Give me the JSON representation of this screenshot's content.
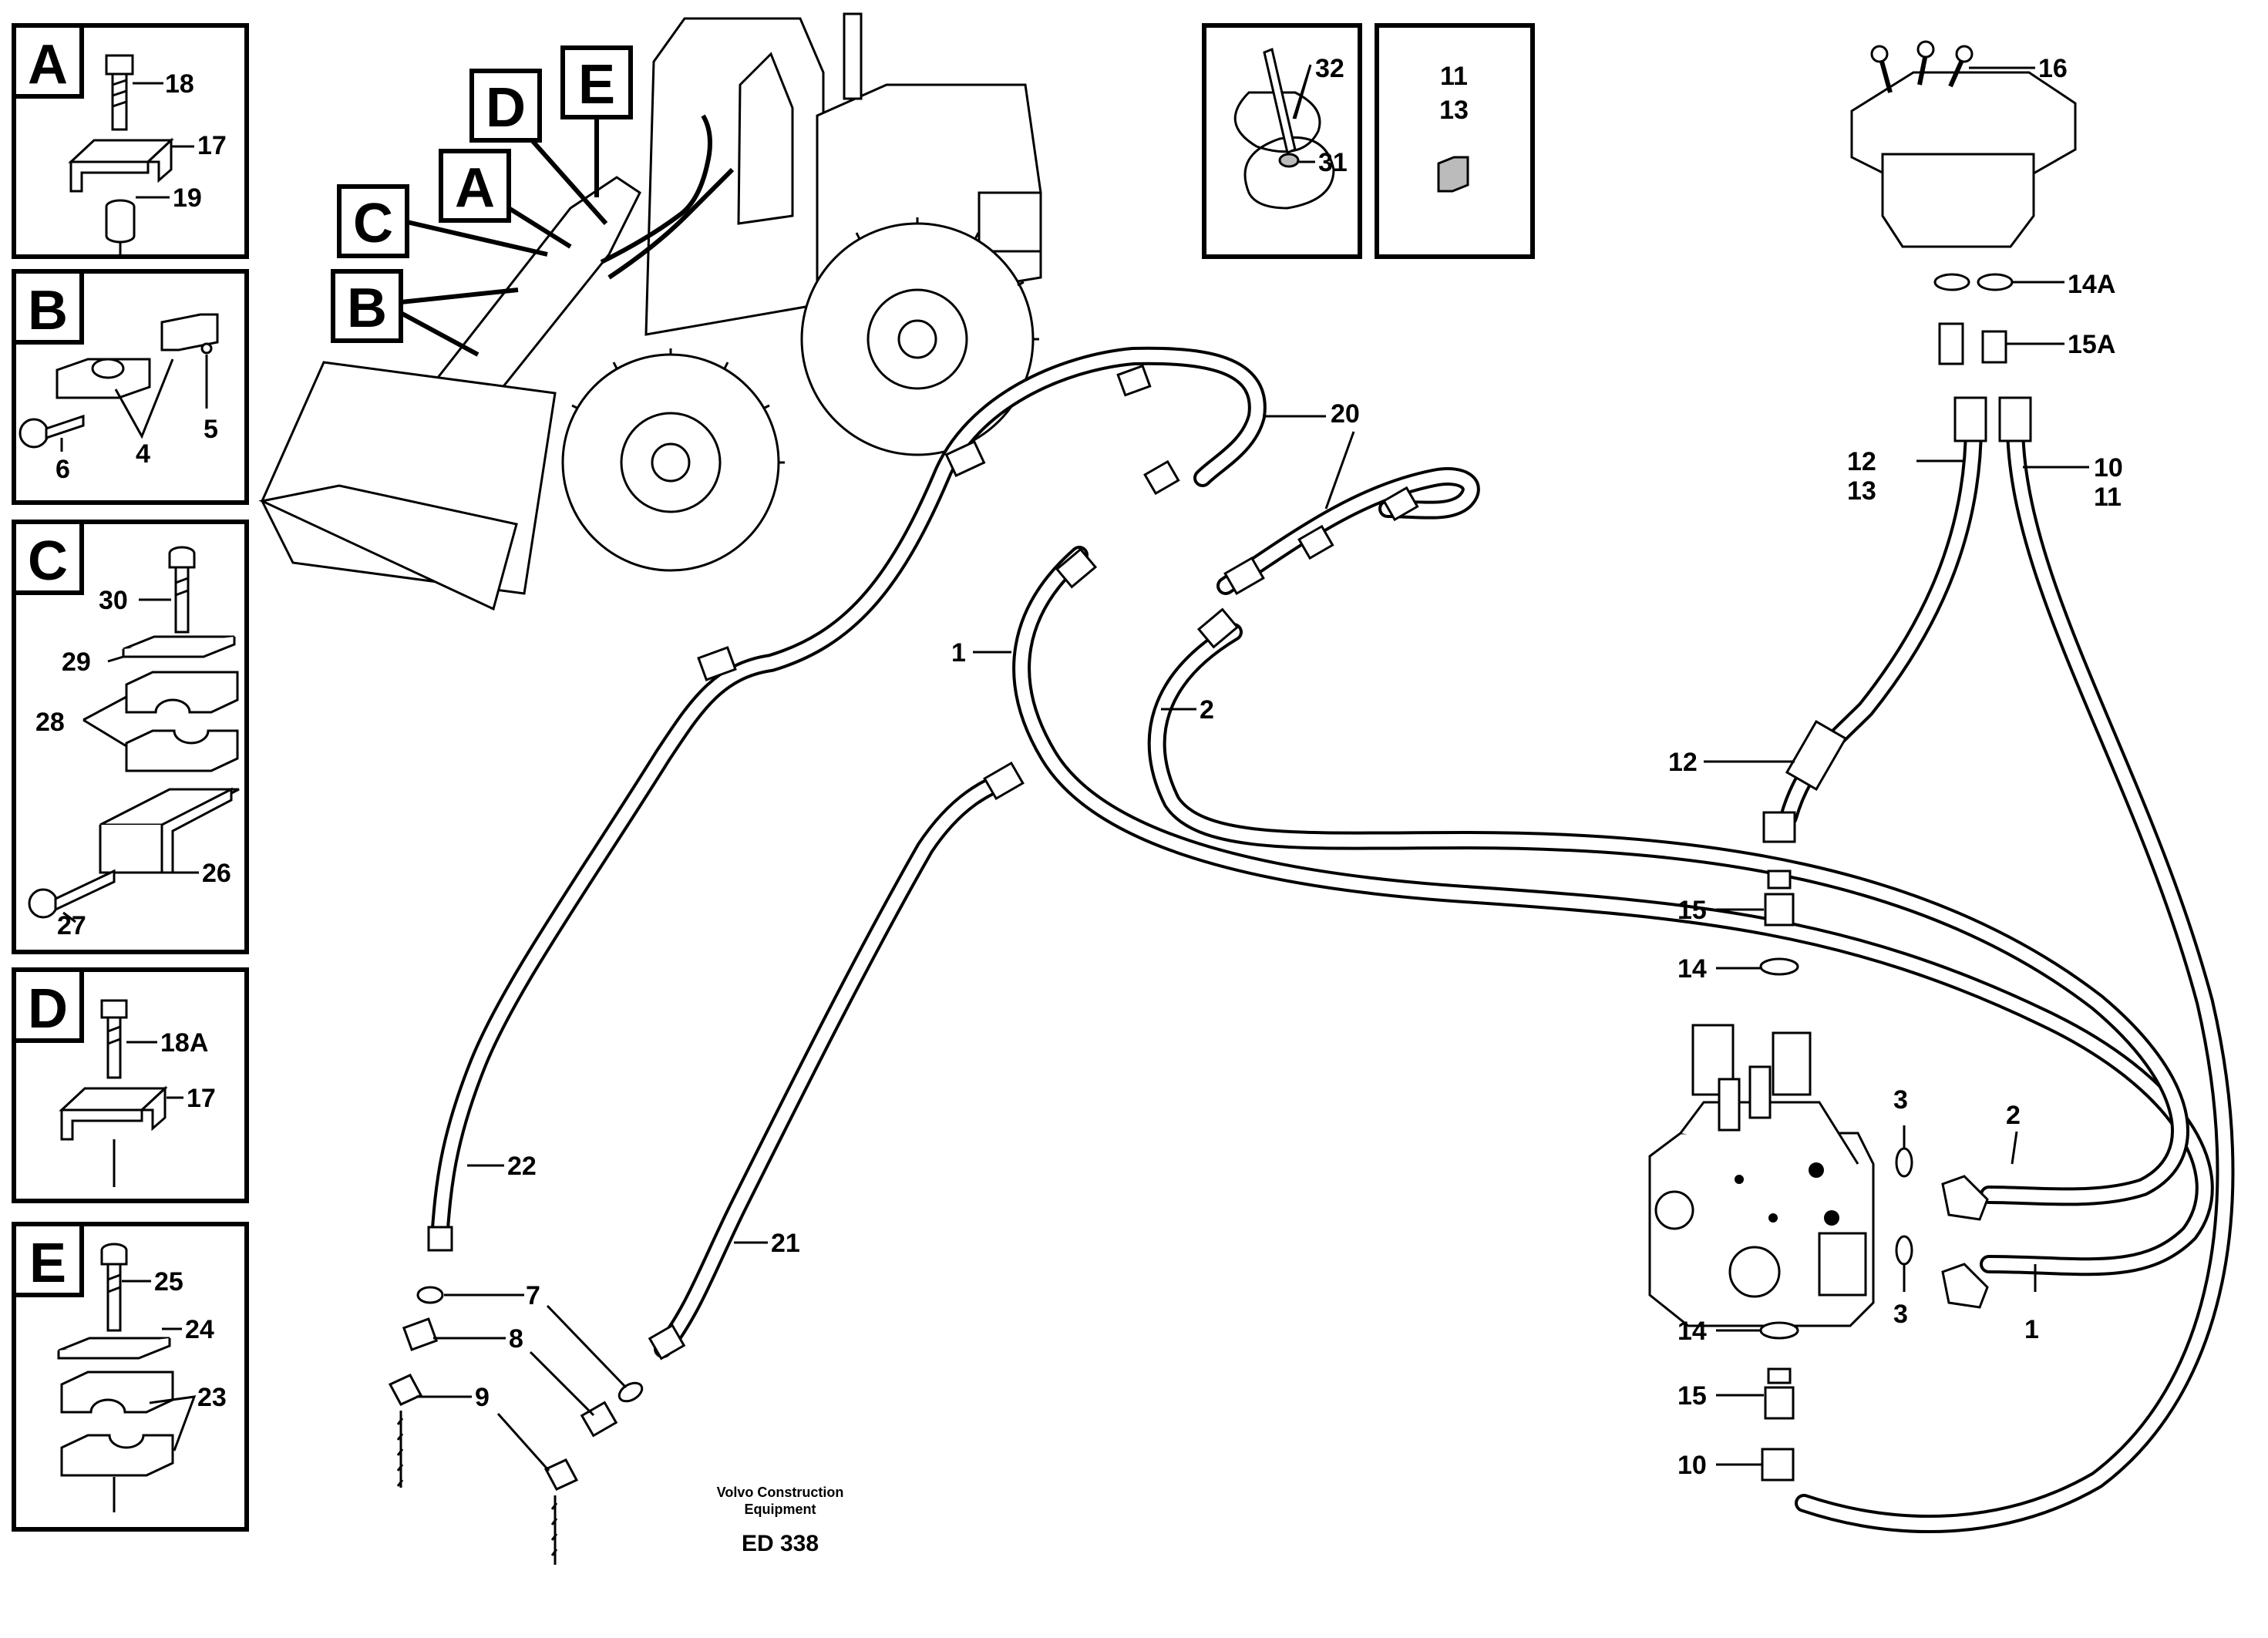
{
  "panels": {
    "A": {
      "letter": "A",
      "callouts": [
        "18",
        "17",
        "19"
      ]
    },
    "B": {
      "letter": "B",
      "callouts": [
        "5",
        "6",
        "4"
      ]
    },
    "C": {
      "letter": "C",
      "callouts": [
        "30",
        "29",
        "28",
        "26",
        "27"
      ]
    },
    "D": {
      "letter": "D",
      "callouts": [
        "18A",
        "17"
      ]
    },
    "E": {
      "letter": "E",
      "callouts": [
        "25",
        "24",
        "23"
      ]
    }
  },
  "machine_tags": [
    "D",
    "E",
    "A",
    "C",
    "B"
  ],
  "top_insets": {
    "cable_ties": [
      "32",
      "31"
    ],
    "plugs": [
      "11",
      "13"
    ]
  },
  "main_callouts": {
    "lever_unit": "16",
    "seal_top": "14A",
    "nipple_top": "15A",
    "hose_left_a": "12",
    "hose_left_b": "13",
    "hose_right_a": "10",
    "hose_right_b": "11",
    "hose_loop": "20",
    "hose_1": "1",
    "hose_2": "2",
    "hose_12_mid": "12",
    "nipple_15_top": "15",
    "seal_14_top": "14",
    "oring_3_top": "3",
    "hose_2_right": "2",
    "oring_3_bottom": "3",
    "hose_1_right": "1",
    "seal_14_bottom": "14",
    "nipple_15_bottom": "15",
    "hose_10_bottom": "10",
    "hose_22": "22",
    "hose_21": "21",
    "seal_7": "7",
    "nipple_8": "8",
    "cap_9": "9"
  },
  "footer": {
    "company_line1": "Volvo Construction",
    "company_line2": "Equipment",
    "drawing_id": "ED 338"
  }
}
